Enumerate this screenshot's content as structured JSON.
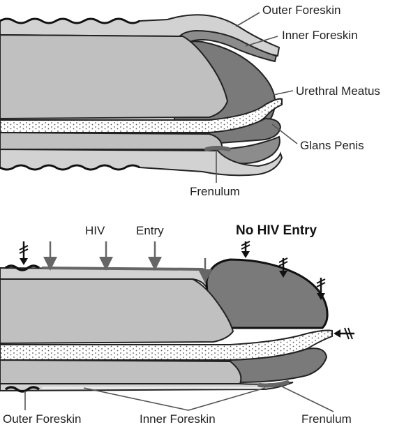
{
  "top_diagram": {
    "labels": {
      "outer_foreskin": "Outer Foreskin",
      "inner_foreskin": "Inner Foreskin",
      "urethral_meatus": "Urethral Meatus",
      "glans_penis": "Glans Penis",
      "frenulum": "Frenulum"
    }
  },
  "bottom_diagram": {
    "labels": {
      "hiv": "HIV",
      "entry": "Entry",
      "no_hiv_entry": "No HIV Entry",
      "outer_foreskin": "Outer Foreskin",
      "inner_foreskin": "Inner Foreskin",
      "frenulum": "Frenulum"
    }
  },
  "colors": {
    "skin_outer": "#d2d2d2",
    "shaft": "#c0c0c0",
    "glans": "#7a7a7a",
    "inner_foreskin": "#8c8c8c",
    "urethra": "#ffffff",
    "outline": "#222222"
  }
}
